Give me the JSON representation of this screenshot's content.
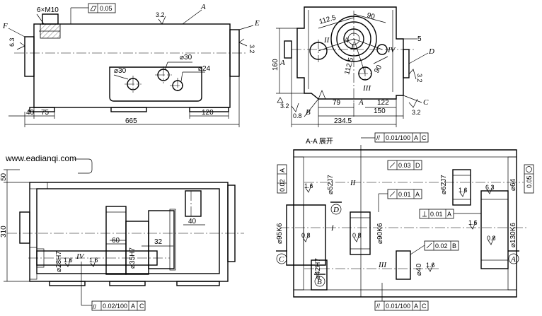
{
  "view1": {
    "thread_callout": "6×M10",
    "flatness_tol": "0.05",
    "rough_top": "3.2",
    "label_A": "A",
    "label_E": "E",
    "label_F": "F",
    "rough_left": "6.3",
    "rough_right": "3.2",
    "hole_30_a": "⌀30",
    "hole_30_b": "⌀30",
    "hole_24": "⌀24",
    "dim_40": "40",
    "dim_75": "75",
    "dim_120": "120",
    "dim_665": "665"
  },
  "view2": {
    "dim_1125": "112.5",
    "dim_90_top": "90",
    "dim_90_diag": "90",
    "dim_5": "5",
    "dim_160": "160",
    "dim_1125b": "112.5",
    "label_A_left": "A",
    "label_A_center": "A",
    "label_I": "I",
    "label_II": "II",
    "label_III": "III",
    "label_IV": "IV",
    "label_D": "D",
    "label_B": "B",
    "label_C": "C",
    "label_A_bottom": "A",
    "rough_left": "3.2",
    "rough_right": "3.2",
    "rough_b1": "0.8",
    "rough_c": "3.2",
    "dim_79": "79",
    "dim_122": "122",
    "dim_150": "150",
    "dim_2345": "234.5"
  },
  "view3": {
    "watermark": "www.eadianqi.com",
    "dim_50": "50",
    "dim_310": "310",
    "dim_40": "40",
    "dim_60": "60",
    "dim_32": "32",
    "dia_28": "⌀28H7",
    "dia_35": "⌀35H7",
    "label_IV": "IV",
    "rough_1": "1.6",
    "rough_2": "1.6",
    "parallel_tol": "0.02/100",
    "datum_A": "A",
    "datum_C": "C"
  },
  "view4": {
    "section_title": "A-A 展开",
    "tol_top": "0.01/100",
    "tol_top_A": "A",
    "tol_top_C": "C",
    "runout_1": "0.03",
    "runout_1_ref": "D",
    "round_tol": "0.05",
    "perp_tol": "0.01",
    "perp_ref": "A",
    "runout_2": "0.01",
    "runout_2_ref": "A",
    "runout_3": "0.02",
    "runout_3_ref": "B",
    "straight_tol": "0.02",
    "straight_ref": "A",
    "tol_bottom": "0.01/100",
    "tol_bottom_A": "A",
    "tol_bottom_C": "C",
    "dia_95": "⌀95K6",
    "dia_90": "⌀90K6",
    "dia_130": "⌀130K6",
    "dia_52": "⌀52J7",
    "dia_62": "⌀62J7",
    "dia_64": "⌀64",
    "dia_42": "⌀42H7",
    "dia_40": "⌀40",
    "label_II": "II",
    "label_I": "I",
    "label_III": "III",
    "datum_D": "D",
    "datum_C": "C",
    "datum_A": "A",
    "datum_B": "B",
    "r16a": "1.6",
    "r16b": "1.6",
    "r16c": "1.6",
    "r16d": "1.6",
    "r63": "6.3",
    "r08a": "0.8",
    "r08b": "0.8",
    "r08c": "0.8"
  }
}
